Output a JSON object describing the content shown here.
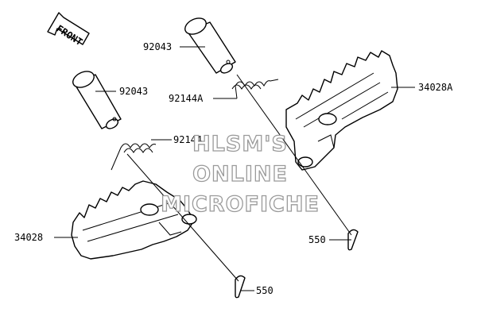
{
  "front_arrow": {
    "label": "FRONT"
  },
  "callouts": [
    {
      "id": "pin-top",
      "text": "92043"
    },
    {
      "id": "pin-left",
      "text": "92043"
    },
    {
      "id": "spring-right",
      "text": "92144A"
    },
    {
      "id": "spring-left",
      "text": "92144"
    },
    {
      "id": "footpeg-right",
      "text": "34028A"
    },
    {
      "id": "footpeg-left",
      "text": "34028"
    },
    {
      "id": "cotter-right",
      "text": "550"
    },
    {
      "id": "cotter-left",
      "text": "550"
    }
  ],
  "watermark": {
    "line1": "HLSM'S",
    "line2": "ONLINE",
    "line3": "MICROFICHE"
  },
  "colors": {
    "ink": "#000000",
    "watermark": "#9a9a9a",
    "background": "#ffffff"
  }
}
